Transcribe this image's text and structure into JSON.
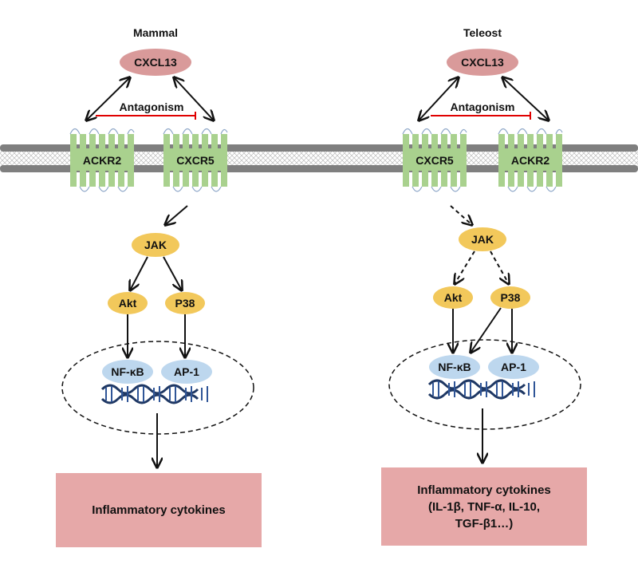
{
  "left": {
    "title": "Mammal",
    "ligand": "CXCL13",
    "antagonism": "Antagonism",
    "receptor_a": "ACKR2",
    "receptor_b": "CXCR5",
    "jak": "JAK",
    "akt": "Akt",
    "p38": "P38",
    "tf1": "NF-κB",
    "tf2": "AP-1",
    "output": "Inflammatory cytokines"
  },
  "right": {
    "title": "Teleost",
    "ligand": "CXCL13",
    "antagonism": "Antagonism",
    "receptor_a": "CXCR5",
    "receptor_b": "ACKR2",
    "jak": "JAK",
    "akt": "Akt",
    "p38": "P38",
    "tf1": "NF-κB",
    "tf2": "AP-1",
    "output_line1": "Inflammatory cytokines",
    "output_line2": "(IL-1β, TNF-α, IL-10,",
    "output_line3": "TGF-β1…)"
  },
  "colors": {
    "ligand": "#d99a9a",
    "receptor": "#a9d18e",
    "kinase": "#f2c85b",
    "tf": "#bdd7ee",
    "output_box": "#e6a8a8",
    "antagonism_line": "#e00000",
    "membrane": "#7f7f7f"
  }
}
